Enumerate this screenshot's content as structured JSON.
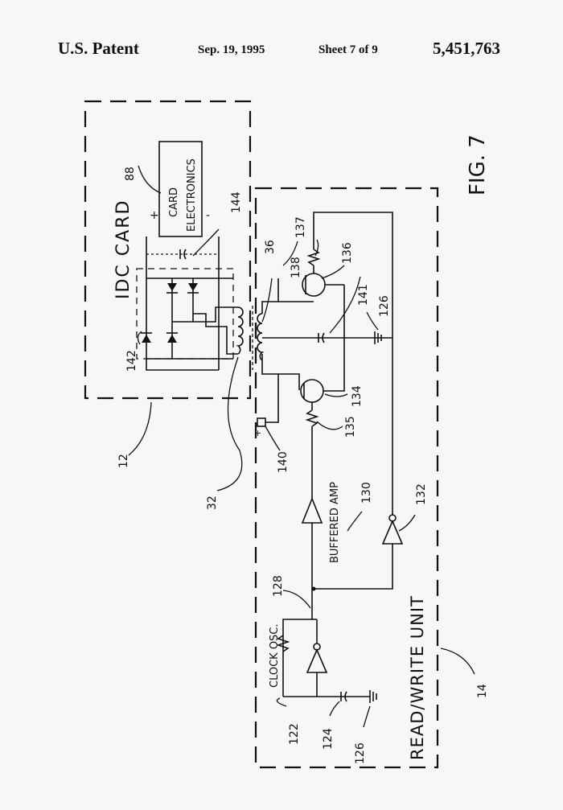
{
  "header": {
    "left": "U.S. Patent",
    "date": "Sep. 19, 1995",
    "sheet": "Sheet 7 of 9",
    "patent_number": "5,451,763"
  },
  "figure_label": "FIG. 7",
  "blocks": {
    "idc_card": "IDC CARD",
    "card_electronics_line1": "CARD",
    "card_electronics_line2": "ELECTRONICS",
    "read_write_unit": "READ/WRITE UNIT",
    "buffered_amp": "BUFFERED AMP",
    "clock_osc": "CLOCK OSC."
  },
  "polarity": {
    "plus": "+",
    "minus": "-"
  },
  "refs": {
    "r88": "88",
    "r144": "144",
    "r142": "142",
    "r12": "12",
    "r32": "32",
    "r36": "36",
    "r137": "137",
    "r136": "136",
    "r138": "138",
    "r141": "141",
    "r126a": "126",
    "r134": "134",
    "r135": "135",
    "r140": "140",
    "r130": "130",
    "r132": "132",
    "r128": "128",
    "r122": "122",
    "r124": "124",
    "r126b": "126",
    "r14": "14"
  }
}
